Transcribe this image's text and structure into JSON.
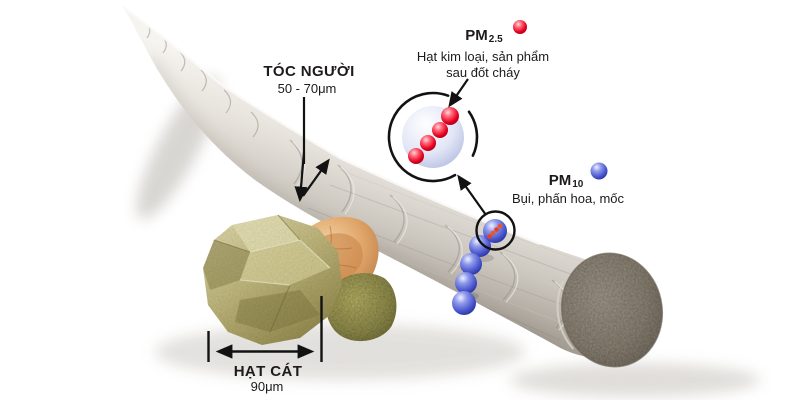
{
  "diagram_title": "particle size comparison (PM2.5 / PM10 / human hair / sand grain)",
  "hair": {
    "label": "TÓC NGƯỜI",
    "size": "50 - 70μm"
  },
  "pm25": {
    "label_main": "PM",
    "label_sub": "2.5",
    "description_line1": "Hạt kim loại, sản phẩm",
    "description_line2": "sau đốt cháy",
    "particle_color": "#e4001f"
  },
  "pm10": {
    "label_main": "PM",
    "label_sub": "10",
    "description": "Bụi, phấn hoa, mốc",
    "particle_color": "#4450c8"
  },
  "sand": {
    "label": "HẠT CÁT",
    "size": "90μm"
  },
  "colors": {
    "background": "#ffffff",
    "text": "#1e1a1b",
    "arrow": "#121212",
    "hair_light": "#f4f2ee",
    "hair_dark": "#8f887e",
    "hair_end": "#8a8175",
    "magnifier_sphere": "#dfe4f6",
    "sand_crystal": "#c2b97e",
    "sand_orange": "#dfa368",
    "sand_olive": "#95914e"
  }
}
